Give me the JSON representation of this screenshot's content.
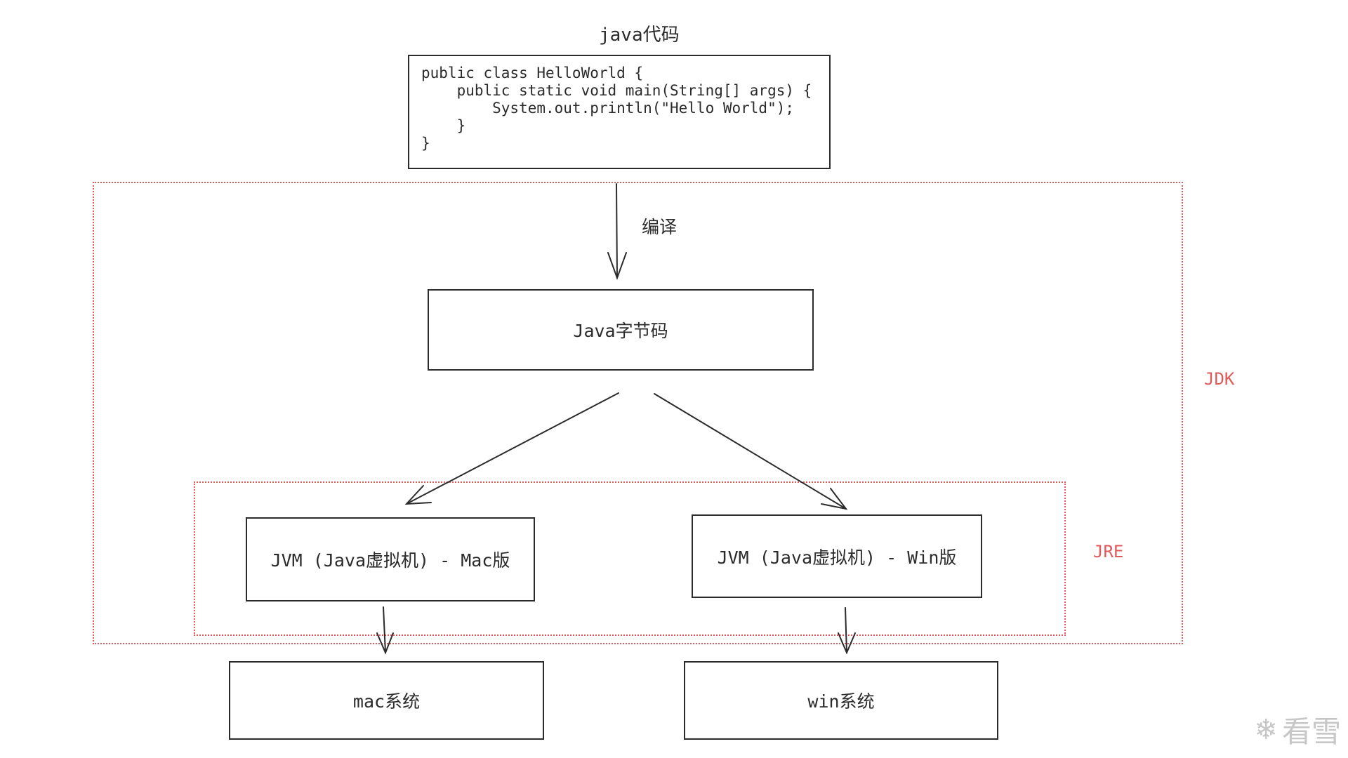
{
  "title": "java代码",
  "code_lines": [
    "public class HelloWorld {",
    "    public static void main(String[] args) {",
    "        System.out.println(\"Hello World\");",
    "    }",
    "}"
  ],
  "compile_label": "编译",
  "bytecode_box": "Java字节码",
  "jvm_mac": "JVM (Java虚拟机) - Mac版",
  "jvm_win": "JVM (Java虚拟机) - Win版",
  "os_mac": "mac系统",
  "os_win": "win系统",
  "jdk_label": "JDK",
  "jre_label": "JRE",
  "watermark_text": "看雪",
  "colors": {
    "stroke": "#2b2b2b",
    "region": "#e05a5a",
    "watermark": "#c7c7c7"
  }
}
